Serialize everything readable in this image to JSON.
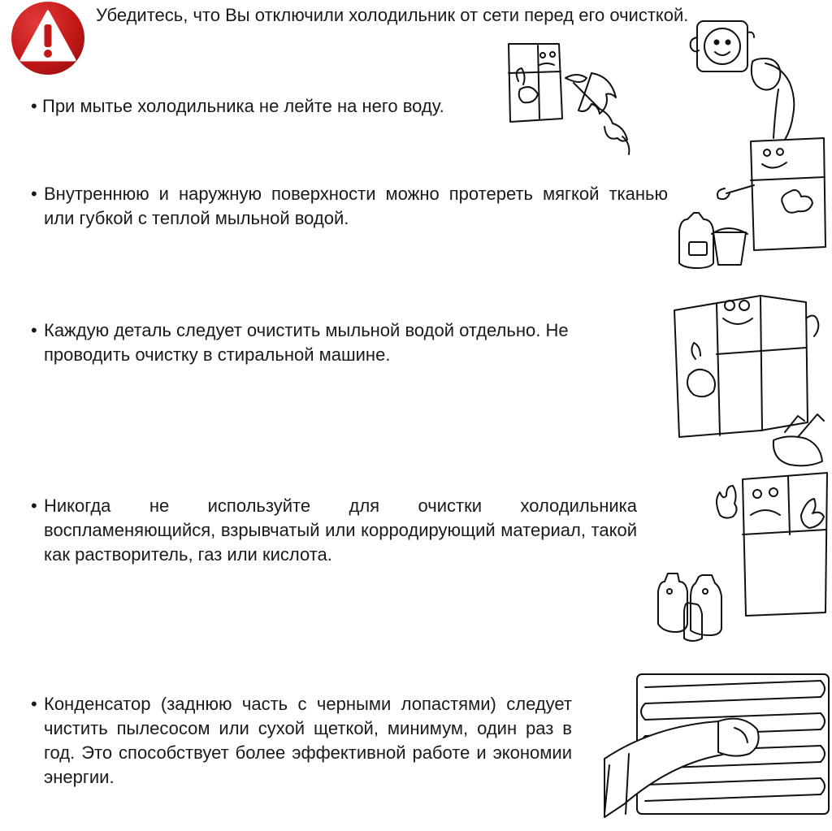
{
  "warning": {
    "text": "Убедитесь, что Вы отключили холодильник от сети перед его очисткой."
  },
  "bullet_char": "•",
  "instructions": [
    {
      "text": "При мытье холодильника не лейте на него воду."
    },
    {
      "text": "Внутреннюю и наружную поверхности можно протереть мягкой тканью или губкой с теплой мыльной водой."
    },
    {
      "text": "Каждую деталь следует очистить мыльной водой отдельно. Не проводить очистку в стиральной машине."
    },
    {
      "text": "Никогда не используйте для очистки холодильника воспламеняющийся, взрывчатый или корродирующий материал, такой как растворитель, газ или кислота."
    },
    {
      "text": "Конденсатор (заднюю часть с черными лопастями) следует чистить пылесосом или сухой щеткой, минимум, один раз в год. Это способствует более эффективной работе и экономии энергии."
    }
  ],
  "colors": {
    "warning_red": "#c31818",
    "text": "#1a1a1a",
    "line_art": "#111111"
  },
  "icons": [
    "warning-icon",
    "unplug-illustration",
    "no-water-spray-illustration",
    "soapy-cloth-illustration",
    "separate-parts-illustration",
    "no-flammable-illustration",
    "condenser-vacuum-illustration"
  ]
}
